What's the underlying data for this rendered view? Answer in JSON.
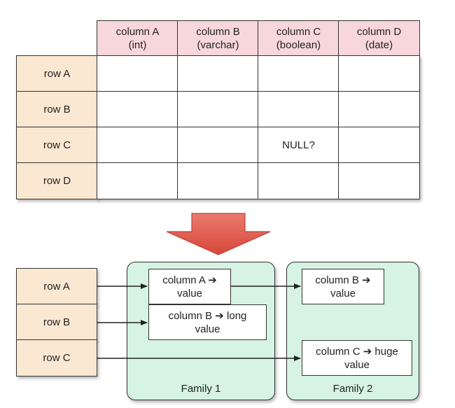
{
  "top_table": {
    "columns": [
      {
        "name": "column A",
        "type": "(int)"
      },
      {
        "name": "column B",
        "type": "(varchar)"
      },
      {
        "name": "column C",
        "type": "(boolean)"
      },
      {
        "name": "column D",
        "type": "(date)"
      }
    ],
    "rows": [
      "row A",
      "row B",
      "row C",
      "row D"
    ],
    "null_cell": "NULL?"
  },
  "bottom": {
    "rows": [
      "row A",
      "row B",
      "row C"
    ],
    "families": [
      {
        "label": "Family 1",
        "cells": [
          {
            "line1": "column A ➔",
            "line2": "value"
          },
          {
            "line1": "column B ➔ long",
            "line2": "value"
          }
        ]
      },
      {
        "label": "Family 2",
        "cells": [
          {
            "line1": "column B ➔",
            "line2": "value"
          },
          {
            "line1": "column C ➔ huge",
            "line2": "value"
          }
        ]
      }
    ]
  },
  "colors": {
    "column_header": "#f8d7dc",
    "row_header": "#fbe8d3",
    "family": "#d6f3e4",
    "arrow": "#e0564a"
  }
}
